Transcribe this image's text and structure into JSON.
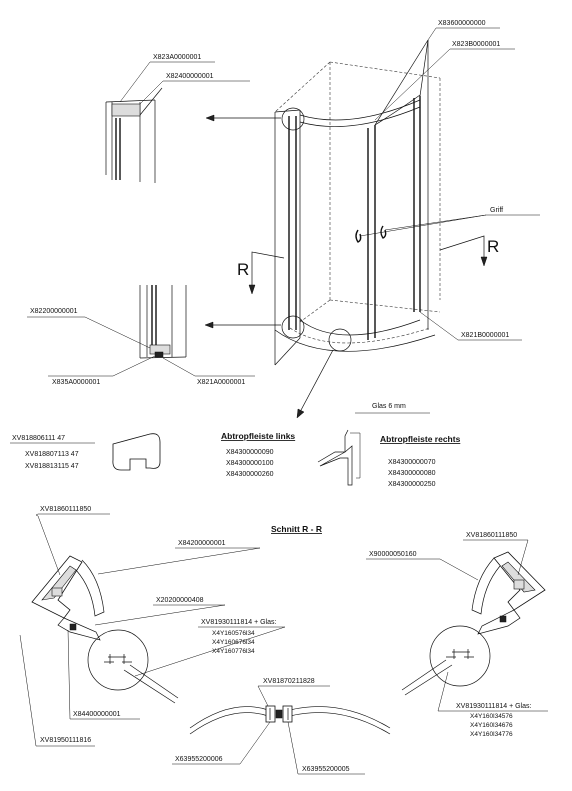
{
  "labels": {
    "top_right_1": "X83600000000",
    "top_right_2": "X823B0000001",
    "top_left_1": "X823A0000001",
    "top_left_2": "X82400000001",
    "griff": "Griff",
    "r_right": "R",
    "r_left": "R",
    "mid_left_1": "X82200000001",
    "mid_left_2": "X835A0000001",
    "mid_left_3": "X821A0000001",
    "mid_right": "X821B0000001",
    "glas": "Glas 6 mm",
    "seal_codes": [
      "XV818806111 47",
      "XV818807113 47",
      "XV818813115 47"
    ],
    "abtropf_links_title": "Abtropfleiste links",
    "abtropf_links_codes": [
      "X84300000090",
      "X84300000100",
      "X84300000260"
    ],
    "abtropf_rechts_title": "Abtropfleiste rechts",
    "abtropf_rechts_codes": [
      "X84300000070",
      "X84300000080",
      "X84300000250"
    ],
    "schnitt": "Schnitt R - R",
    "sec_left_1": "XV81860111850",
    "sec_left_2": "X84200000001",
    "sec_left_3": "X20200000408",
    "sec_left_4": "XV81930111814 + Glas:",
    "sec_left_glas": [
      "X4Y160576l34",
      "X4Y160676l34",
      "X4Y160776l34"
    ],
    "sec_left_5": "X84400000001",
    "sec_left_6": "XV81950111816",
    "sec_right_1": "XV81860111850",
    "sec_right_2": "X90000050160",
    "sec_right_3": "XV81930111814 + Glas:",
    "sec_right_glas": [
      "X4Y160l34576",
      "X4Y160l34676",
      "X4Y160l34776"
    ],
    "sec_mid_1": "XV81870211828",
    "sec_mid_2": "X63955200006",
    "sec_mid_3": "X63955200005"
  }
}
